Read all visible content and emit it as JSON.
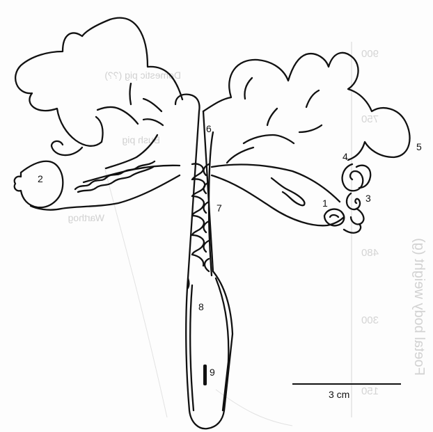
{
  "colors": {
    "ink": "#111111",
    "ghost": "#d7d7d7",
    "paper": "#fdfdfd"
  },
  "ghost_text": {
    "tick_900": "900",
    "tick_750": "750",
    "tick_480": "480",
    "tick_300": "300",
    "tick_150": "150",
    "label_a": "Domestic pig (??)",
    "label_b": "Bush pig",
    "label_c": "Warthog",
    "axis": "Foetal body weight (g)"
  },
  "labels": {
    "n1": "1",
    "n2": "2",
    "n3": "3",
    "n4": "4",
    "n5": "5",
    "n6": "6",
    "n7": "7",
    "n8": "8",
    "n9": "9"
  },
  "scale_bar": {
    "label": "3 cm"
  }
}
